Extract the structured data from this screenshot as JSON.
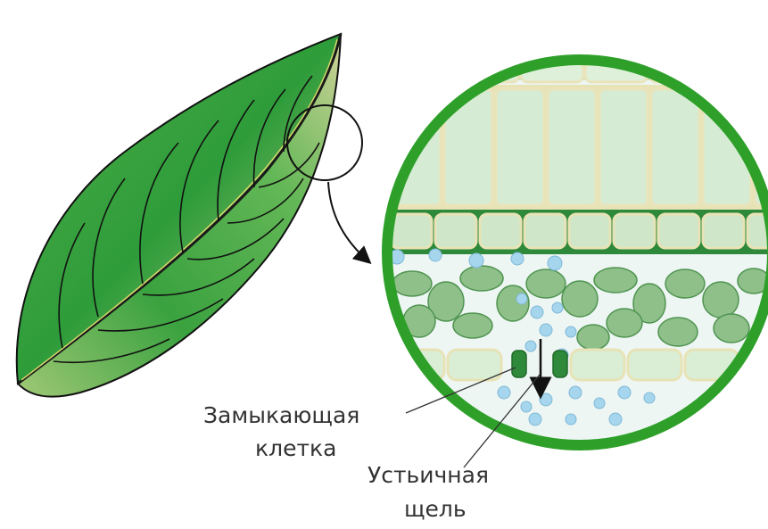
{
  "labels": {
    "guard_cell_line1": "Замыкающая",
    "guard_cell_line2": "клетка",
    "stomatal_slit_line1": "Устьичная",
    "stomatal_slit_line2": "щель"
  },
  "colors": {
    "leaf_dark": "#2a9a35",
    "leaf_light": "#cfd49a",
    "magnifier_ring": "#2ea02a",
    "palisade_cell": "#d8ecd6",
    "cell_wall": "#e8e2b8",
    "spongy_cell": "#8fc08a",
    "air_space": "#eef6f8",
    "co2_bubble": "#a6d6ee",
    "guard_cell": "#2e8a3a"
  },
  "icons": [
    "leaf-illustration",
    "magnifier-circle",
    "pointer-arrow"
  ]
}
